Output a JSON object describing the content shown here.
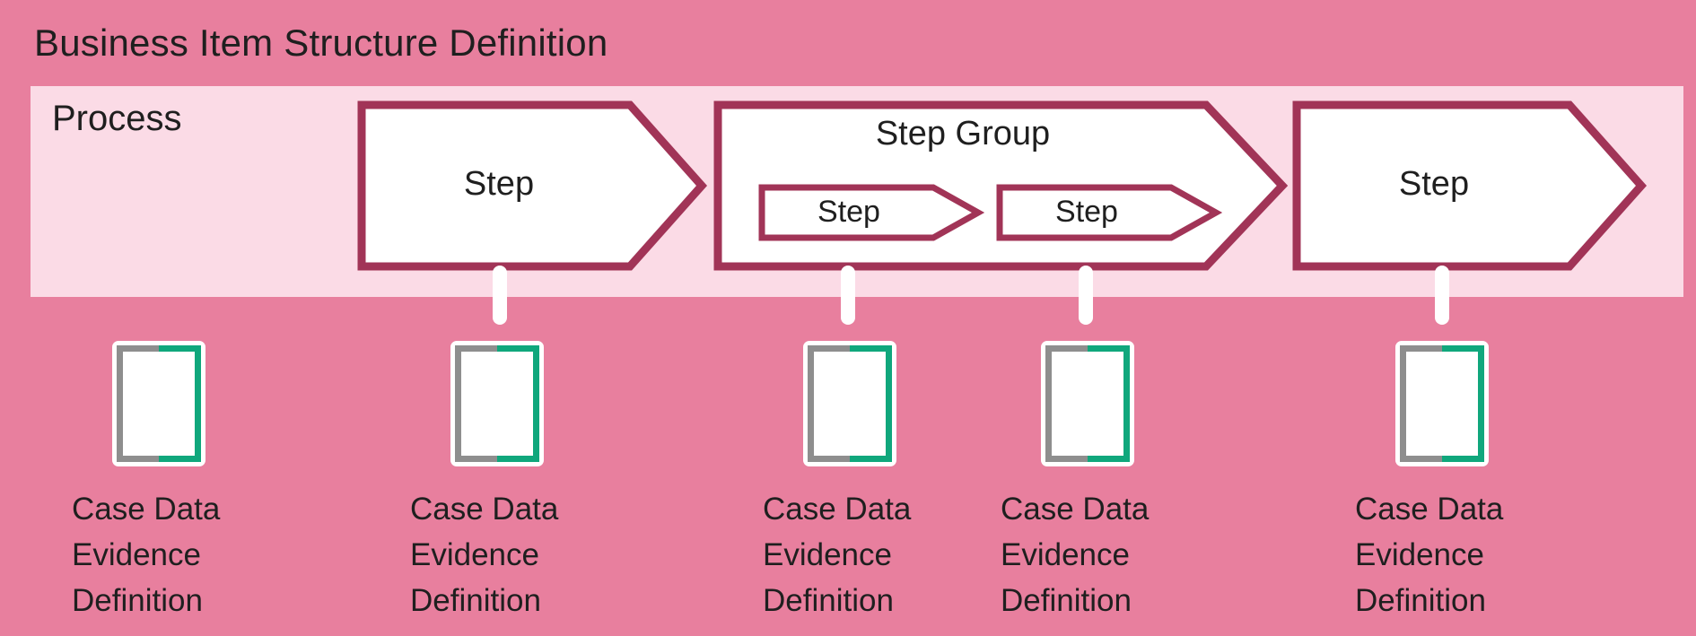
{
  "title": "Business Item Structure Definition",
  "colors": {
    "canvasBg": "#e87f9e",
    "bandBg": "#fbdbe6",
    "arrowStroke": "#a13457",
    "arrowFill": "#ffffff",
    "connector": "#ffffff",
    "docGray": "#8e8e8e",
    "docGreen": "#10a77c",
    "text": "#1f1f1f"
  },
  "process": {
    "label": "Process",
    "steps": [
      {
        "type": "step",
        "label": "Step"
      },
      {
        "type": "step-group",
        "label": "Step Group",
        "children": [
          {
            "type": "step",
            "label": "Step"
          },
          {
            "type": "step",
            "label": "Step"
          }
        ]
      },
      {
        "type": "step",
        "label": "Step"
      }
    ]
  },
  "documents": [
    {
      "icon": "case-data-document-icon",
      "label": "Case Data Evidence Definition"
    },
    {
      "icon": "case-data-document-icon",
      "label": "Case Data Evidence Definition"
    },
    {
      "icon": "case-data-document-icon",
      "label": "Case Data Evidence Definition"
    },
    {
      "icon": "case-data-document-icon",
      "label": "Case Data Evidence Definition"
    },
    {
      "icon": "case-data-document-icon",
      "label": "Case Data Evidence Definition"
    }
  ]
}
